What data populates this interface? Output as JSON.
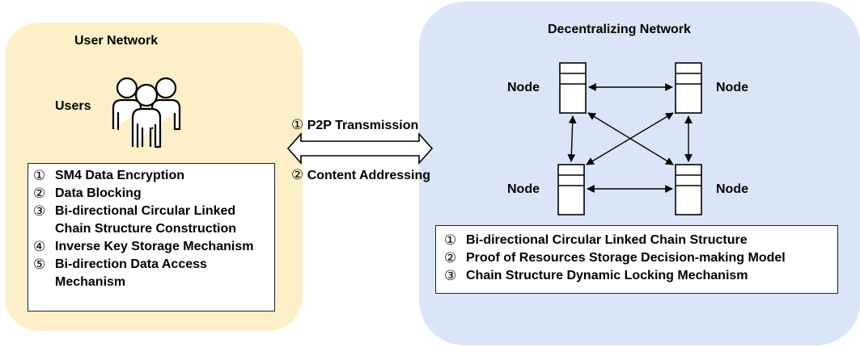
{
  "user_network": {
    "title": "User Network",
    "users_label": "Users",
    "items": [
      {
        "num": "①",
        "text": "SM4 Data Encryption"
      },
      {
        "num": "②",
        "text": "Data Blocking"
      },
      {
        "num": "③",
        "text": "Bi-directional Circular Linked Chain Structure Construction"
      },
      {
        "num": "④",
        "text": "Inverse Key Storage Mechanism"
      },
      {
        "num": "⑤",
        "text": "Bi-direction Data Access Mechanism"
      }
    ]
  },
  "link": {
    "top_num": "①",
    "top_label": "P2P Transmission",
    "bottom_num": "②",
    "bottom_label": "Content Addressing"
  },
  "decentralizing_network": {
    "title": "Decentralizing Network",
    "nodes": [
      "Node",
      "Node",
      "Node",
      "Node"
    ],
    "items": [
      {
        "num": "①",
        "text": "Bi-directional Circular Linked Chain Structure"
      },
      {
        "num": "②",
        "text": "Proof of Resources Storage Decision-making Model"
      },
      {
        "num": "③",
        "text": "Chain Structure Dynamic Locking Mechanism"
      }
    ]
  },
  "colors": {
    "user_panel": "#fdf0c8",
    "network_panel": "#dae6f7",
    "outline": "#000000"
  },
  "icons": {
    "users": "users-group-icon",
    "node": "server-node-icon",
    "transfer": "double-arrow-icon"
  }
}
